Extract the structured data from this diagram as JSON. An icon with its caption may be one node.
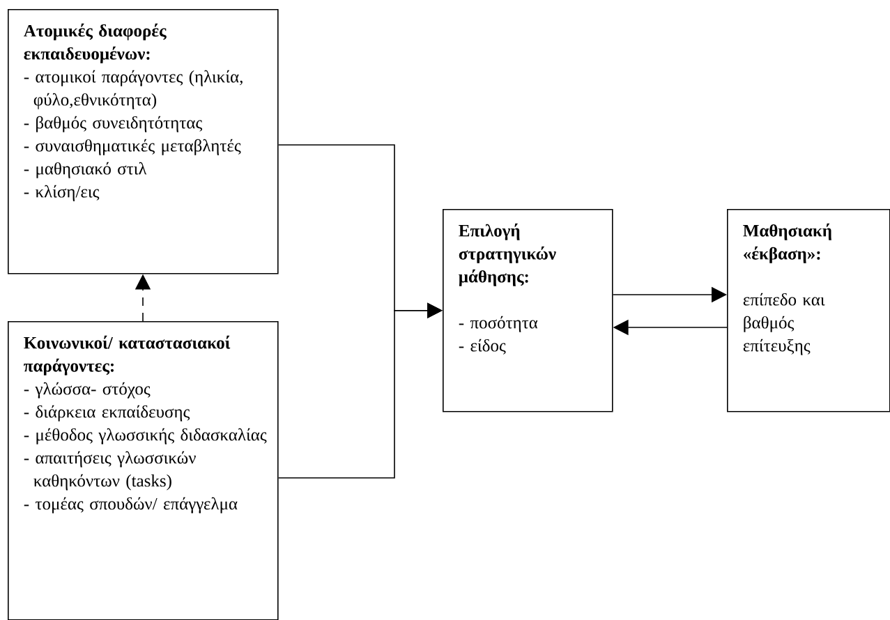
{
  "diagram": {
    "nodes": [
      {
        "text": [
          "Ατομικές διαφορές εκπαιδευομένων:",
          "- ατομικοί παράγοντες (ηλικία, φύλο,εθνικότητα)",
          "- βαθμός συνειδητότητας",
          "- συναισθηματικές μεταβλητές",
          "- μαθησιακό στιλ",
          "- κλίση/εις"
        ]
      },
      {
        "text": [
          "Κοινωνικοί/ καταστασιακοί παράγοντες:",
          "- γλώσσα- στόχος",
          "- διάρκεια εκπαίδευσης",
          "- μέθοδος γλωσσικής διδασκαλίας",
          "- απαιτήσεις γλωσσικών καθηκόντων (tasks)",
          "- τομέας σπουδών/ επάγγελμα"
        ]
      },
      {
        "text": [
          "Επιλογή στρατηγικών μάθησης:",
          "- ποσότητα",
          "- είδος"
        ]
      },
      {
        "text": [
          "Μαθησιακή «έκβαση»:",
          "επίπεδο και βαθμός επίτευξης"
        ]
      }
    ],
    "edges": [
      {
        "from": 1,
        "to": 0,
        "arrow": "to",
        "style": "dashed"
      },
      {
        "from": 0,
        "to": 2,
        "arrow": "to"
      },
      {
        "from": 1,
        "to": 2,
        "arrow": "to"
      },
      {
        "from": 2,
        "to": 3,
        "arrow": "to"
      },
      {
        "from": 3,
        "to": 2,
        "arrow": "to"
      }
    ]
  }
}
